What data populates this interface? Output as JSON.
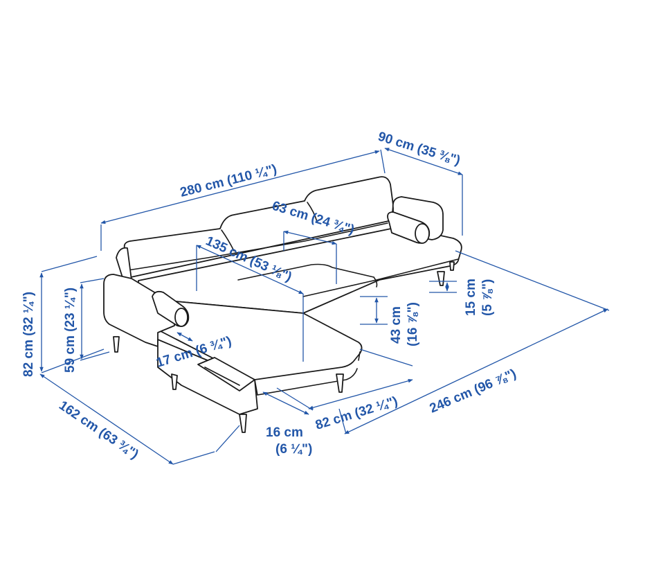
{
  "style": {
    "dimension_color": "#2256a8",
    "line_color": "#1a1a1a"
  },
  "dimensions": {
    "total_width": "280 cm (110 ¼\")",
    "total_depth": "90 cm (35 ⅜\")",
    "seat_width": "63 cm (24 ¾\")",
    "chaise_length": "135 cm (53 ⅛\")",
    "total_height": "82 cm (32 ¼\")",
    "armrest_height": "59 cm (23 ¼\")",
    "seat_height_cm": "43 cm",
    "seat_height_in": "(16 ⅞\")",
    "leg_height_cm": "15 cm",
    "leg_height_in": "(5 ⅞\")",
    "armrest_width": "17 cm (6 ¾\")",
    "side_depth_cm": "16 cm",
    "side_depth_in": "(6 ¼\")",
    "chaise_width": "82 cm (32 ¼\")",
    "long_side": "246 cm (96 ⅞\")",
    "chaise_depth": "162 cm (63 ¾\")"
  }
}
